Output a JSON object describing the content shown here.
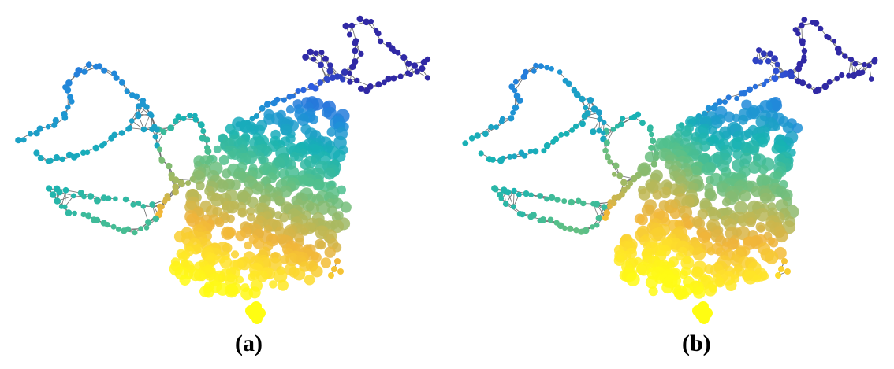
{
  "panels": [
    {
      "label": "(a)",
      "variant": 0
    },
    {
      "label": "(b)",
      "variant": 1
    }
  ],
  "colormap": [
    "#30209a",
    "#2f5be0",
    "#1f8fd8",
    "#18b3b3",
    "#55c08a",
    "#a8b860",
    "#f0b43a",
    "#ffe22a",
    "#ffff10"
  ]
}
